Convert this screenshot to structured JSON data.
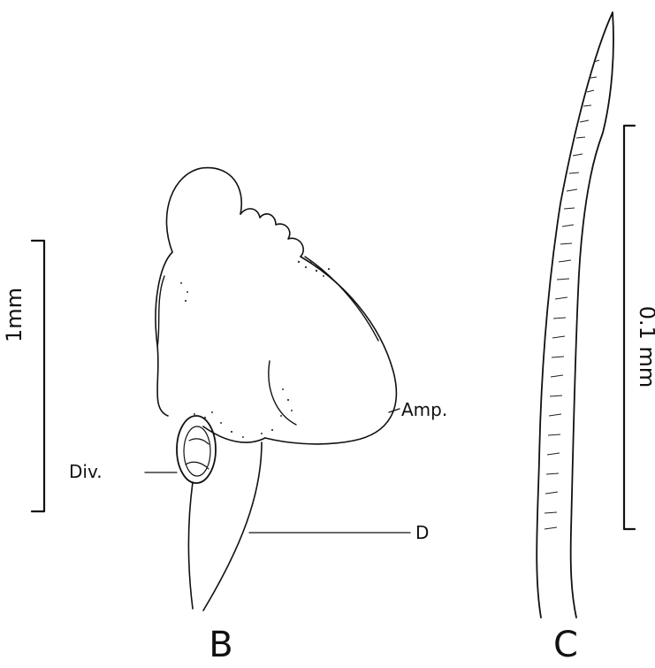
{
  "figure": {
    "panel_b": {
      "letter": "B",
      "scale_bar_label": "1mm",
      "labels": {
        "ampulla": "Amp.",
        "diverticulum": "Div.",
        "duct": "D"
      }
    },
    "panel_c": {
      "letter": "C",
      "scale_bar_label": "0.1 mm"
    },
    "ink_color": "#111111",
    "background_color": "#ffffff"
  }
}
